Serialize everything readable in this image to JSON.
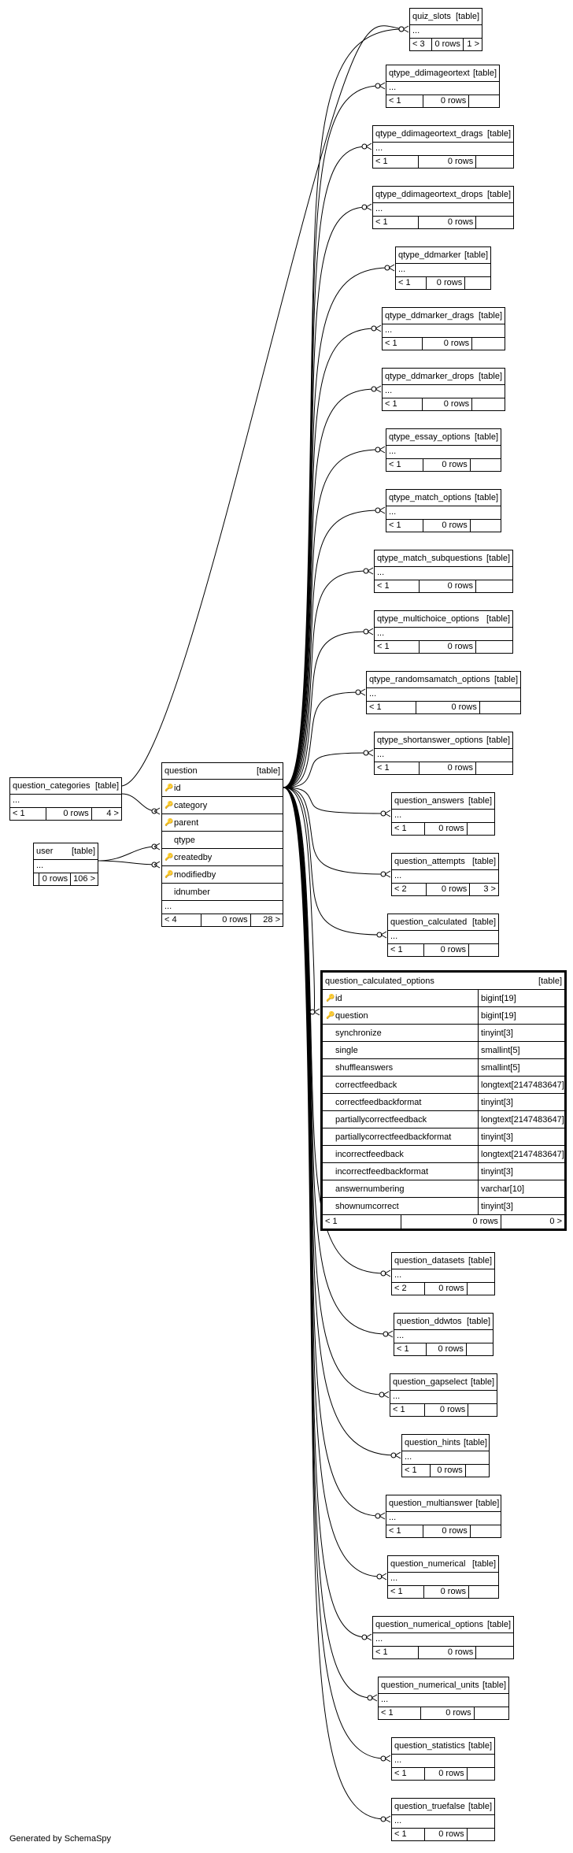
{
  "footer": "Generated by SchemaSpy",
  "tag": "[table]",
  "ellipsis": "...",
  "question": {
    "name": "question",
    "columns": [
      "id",
      "category",
      "parent",
      "qtype",
      "createdby",
      "modifiedby",
      "idnumber"
    ],
    "footer": [
      "< 4",
      "0 rows",
      "28 >"
    ]
  },
  "question_categories": {
    "name": "question_categories",
    "footer": [
      "< 1",
      "0 rows",
      "4 >"
    ]
  },
  "user": {
    "name": "user",
    "footer": [
      "",
      "0 rows",
      "106 >"
    ]
  },
  "quiz_slots": {
    "name": "quiz_slots",
    "footer": [
      "< 3",
      "0 rows",
      "1 >"
    ]
  },
  "children": [
    {
      "name": "qtype_ddimageortext",
      "footer": [
        "< 1",
        "0 rows",
        ""
      ]
    },
    {
      "name": "qtype_ddimageortext_drags",
      "footer": [
        "< 1",
        "0 rows",
        ""
      ]
    },
    {
      "name": "qtype_ddimageortext_drops",
      "footer": [
        "< 1",
        "0 rows",
        ""
      ]
    },
    {
      "name": "qtype_ddmarker",
      "footer": [
        "< 1",
        "0 rows",
        ""
      ]
    },
    {
      "name": "qtype_ddmarker_drags",
      "footer": [
        "< 1",
        "0 rows",
        ""
      ]
    },
    {
      "name": "qtype_ddmarker_drops",
      "footer": [
        "< 1",
        "0 rows",
        ""
      ]
    },
    {
      "name": "qtype_essay_options",
      "footer": [
        "< 1",
        "0 rows",
        ""
      ]
    },
    {
      "name": "qtype_match_options",
      "footer": [
        "< 1",
        "0 rows",
        ""
      ]
    },
    {
      "name": "qtype_match_subquestions",
      "footer": [
        "< 1",
        "0 rows",
        ""
      ]
    },
    {
      "name": "qtype_multichoice_options",
      "footer": [
        "< 1",
        "0 rows",
        ""
      ]
    },
    {
      "name": "qtype_randomsamatch_options",
      "footer": [
        "< 1",
        "0 rows",
        ""
      ]
    },
    {
      "name": "qtype_shortanswer_options",
      "footer": [
        "< 1",
        "0 rows",
        ""
      ]
    },
    {
      "name": "question_answers",
      "footer": [
        "< 1",
        "0 rows",
        ""
      ]
    },
    {
      "name": "question_attempts",
      "footer": [
        "< 2",
        "0 rows",
        "3 >"
      ]
    },
    {
      "name": "question_calculated",
      "footer": [
        "< 1",
        "0 rows",
        ""
      ]
    },
    {
      "name": "question_datasets",
      "footer": [
        "< 2",
        "0 rows",
        ""
      ]
    },
    {
      "name": "question_ddwtos",
      "footer": [
        "< 1",
        "0 rows",
        ""
      ]
    },
    {
      "name": "question_gapselect",
      "footer": [
        "< 1",
        "0 rows",
        ""
      ]
    },
    {
      "name": "question_hints",
      "footer": [
        "< 1",
        "0 rows",
        ""
      ]
    },
    {
      "name": "question_multianswer",
      "footer": [
        "< 1",
        "0 rows",
        ""
      ]
    },
    {
      "name": "question_numerical",
      "footer": [
        "< 1",
        "0 rows",
        ""
      ]
    },
    {
      "name": "question_numerical_options",
      "footer": [
        "< 1",
        "0 rows",
        ""
      ]
    },
    {
      "name": "question_numerical_units",
      "footer": [
        "< 1",
        "0 rows",
        ""
      ]
    },
    {
      "name": "question_statistics",
      "footer": [
        "< 1",
        "0 rows",
        ""
      ]
    },
    {
      "name": "question_truefalse",
      "footer": [
        "< 1",
        "0 rows",
        ""
      ]
    }
  ],
  "focus": {
    "name": "question_calculated_options",
    "columns": [
      {
        "name": "id",
        "type": "bigint[19]",
        "key": "pk"
      },
      {
        "name": "question",
        "type": "bigint[19]",
        "key": "fk"
      },
      {
        "name": "synchronize",
        "type": "tinyint[3]",
        "key": ""
      },
      {
        "name": "single",
        "type": "smallint[5]",
        "key": ""
      },
      {
        "name": "shuffleanswers",
        "type": "smallint[5]",
        "key": ""
      },
      {
        "name": "correctfeedback",
        "type": "longtext[2147483647]",
        "key": ""
      },
      {
        "name": "correctfeedbackformat",
        "type": "tinyint[3]",
        "key": ""
      },
      {
        "name": "partiallycorrectfeedback",
        "type": "longtext[2147483647]",
        "key": ""
      },
      {
        "name": "partiallycorrectfeedbackformat",
        "type": "tinyint[3]",
        "key": ""
      },
      {
        "name": "incorrectfeedback",
        "type": "longtext[2147483647]",
        "key": ""
      },
      {
        "name": "incorrectfeedbackformat",
        "type": "tinyint[3]",
        "key": ""
      },
      {
        "name": "answernumbering",
        "type": "varchar[10]",
        "key": ""
      },
      {
        "name": "shownumcorrect",
        "type": "tinyint[3]",
        "key": ""
      }
    ],
    "footer": [
      "< 1",
      "0 rows",
      "0 >"
    ]
  }
}
